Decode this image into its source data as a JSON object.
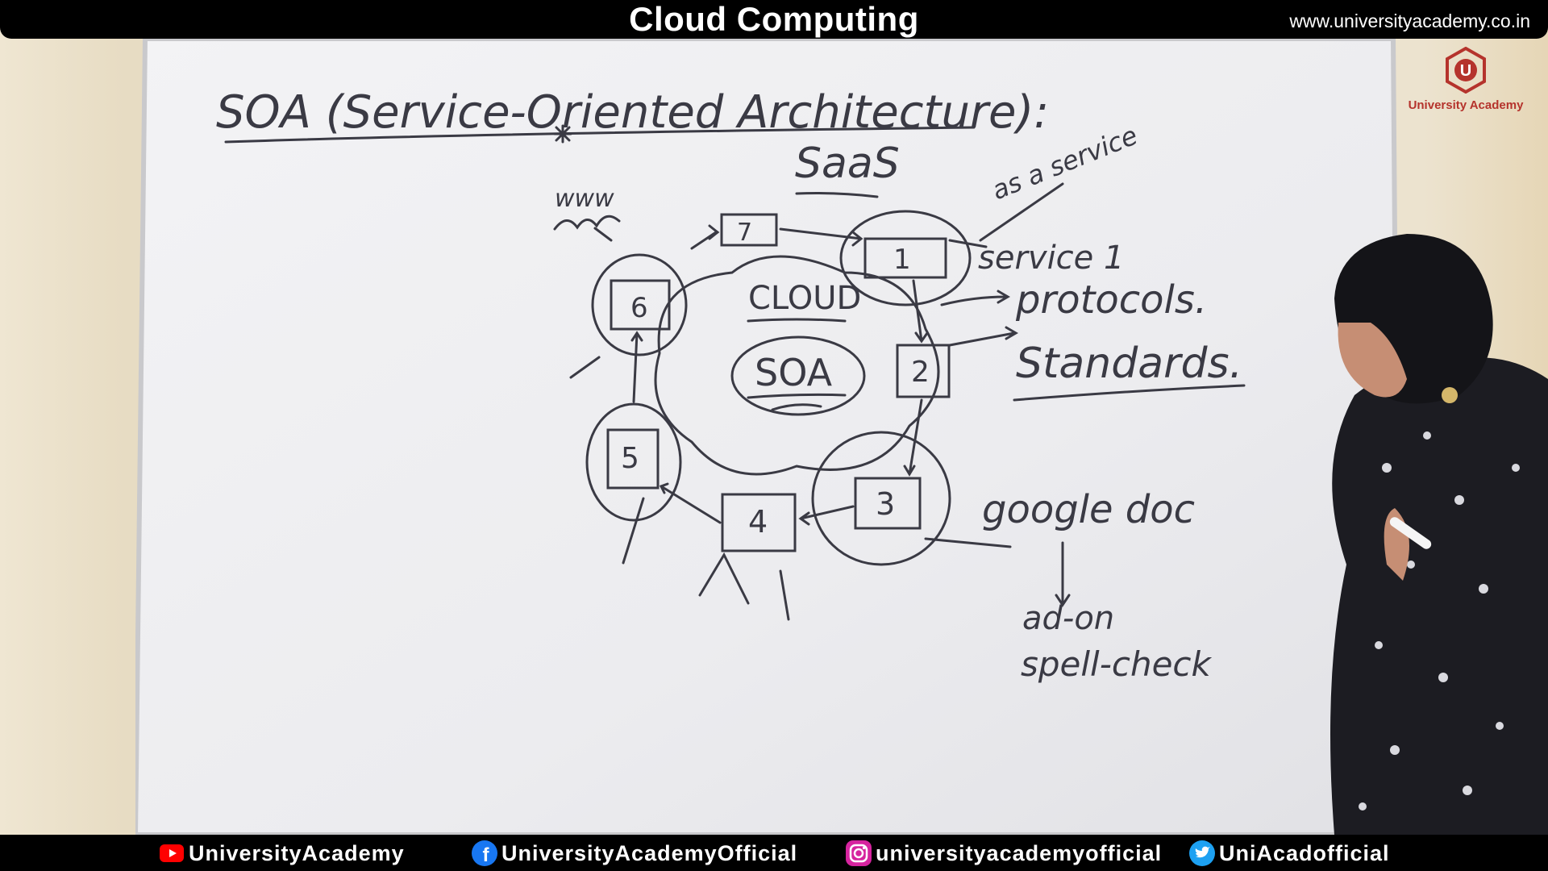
{
  "header": {
    "title": "Cloud Computing",
    "url": "www.universityacademy.co.in"
  },
  "logo": {
    "icon": "university-academy-hexagon-logo",
    "letter": "U",
    "text": "University Academy",
    "color": "#b5332c"
  },
  "whiteboard": {
    "heading": "SOA (Service-Oriented Architecture):",
    "saas": "SaaS",
    "as_a_service": "as a service",
    "www": "www",
    "cloud": "CLOUD",
    "soa": "SOA",
    "nodes": [
      "7",
      "1",
      "6",
      "2",
      "5",
      "4",
      "3"
    ],
    "service_label": "service 1",
    "protocols": "protocols.",
    "standards": "Standards.",
    "google_doc": "google doc",
    "add_on": "ad-on",
    "spell_check": "spell-check",
    "ink_color": "#3a3a44"
  },
  "footer": {
    "youtube": {
      "icon": "youtube-icon",
      "text": "UniversityAcademy",
      "color": "#ff0000"
    },
    "facebook": {
      "icon": "facebook-icon",
      "text": "UniversityAcademyOfficial",
      "color": "#1877f2"
    },
    "instagram": {
      "icon": "instagram-icon",
      "text": "universityacademyofficial",
      "color": "#d6249f"
    },
    "twitter": {
      "icon": "twitter-icon",
      "text": "UniAcadofficial",
      "color": "#1da1f2"
    }
  }
}
